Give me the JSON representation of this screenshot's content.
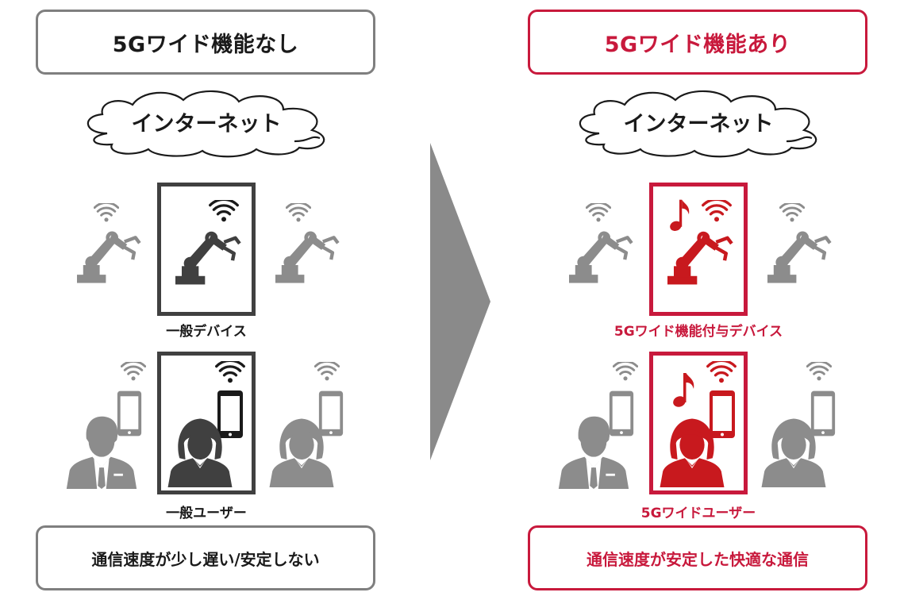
{
  "colors": {
    "gray_border": "#7f7f7f",
    "dark_frame": "#404040",
    "red": "#c8193c",
    "icon_gray": "#8c8c8c",
    "icon_dark": "#404040",
    "icon_red": "#c8191e",
    "arrow": "#8a8a8a"
  },
  "left": {
    "title": "5Gワイド機能なし",
    "cloud": "インターネット",
    "device_caption": "一般デバイス",
    "user_caption": "一般ユーザー",
    "result": "通信速度が少し遅い/安定しない"
  },
  "right": {
    "title": "5Gワイド機能あり",
    "cloud": "インターネット",
    "device_caption": "5Gワイド機能付与デバイス",
    "user_caption": "5Gワイドユーザー",
    "result": "通信速度が安定した快適な通信"
  },
  "icons": [
    "wifi-icon",
    "robot-arm-icon",
    "smartphone-icon",
    "businessman-icon",
    "businesswoman-icon",
    "music-note-icon",
    "cloud-icon",
    "arrow-right-icon"
  ]
}
